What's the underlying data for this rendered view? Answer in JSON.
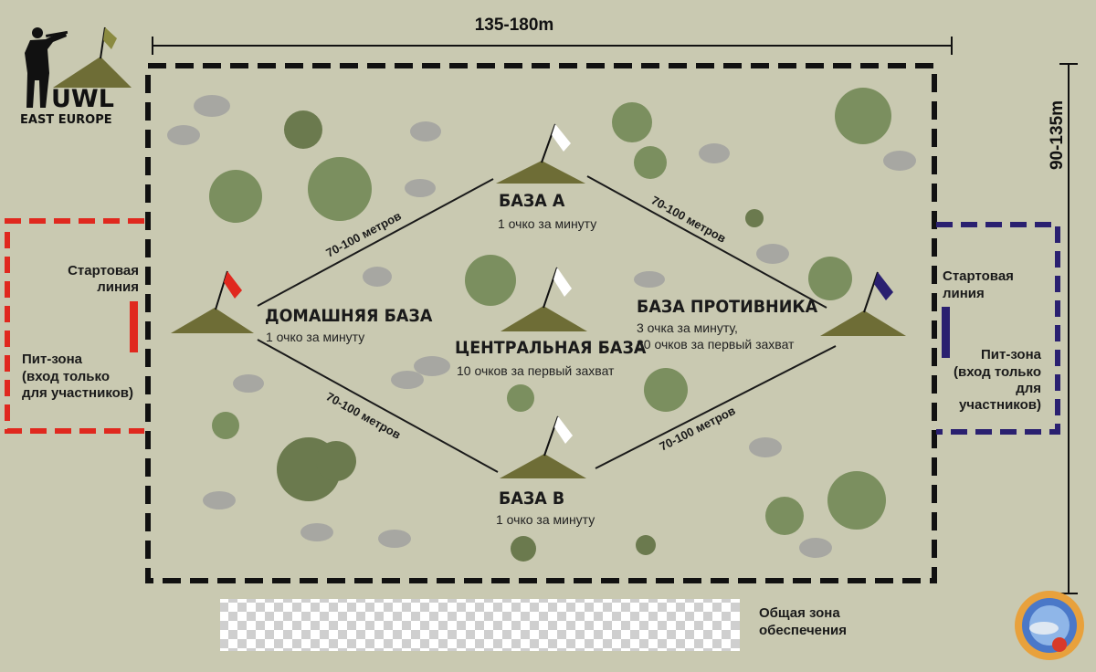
{
  "dimensions": {
    "width": "135-180m",
    "height": "90-135m"
  },
  "logo": {
    "line1": "UWL",
    "line2": "EAST EUROPE"
  },
  "bases": {
    "home": {
      "name": "ДОМАШНЯЯ БАЗА",
      "desc1": "1 очко за минуту",
      "desc2": "",
      "flag_color": "#e0281e"
    },
    "a": {
      "name": "БАЗА А",
      "desc1": "1 очко за минуту",
      "desc2": "",
      "flag_color": "#ffffff"
    },
    "b": {
      "name": "БАЗА В",
      "desc1": "1 очко за минуту",
      "desc2": "",
      "flag_color": "#ffffff"
    },
    "center": {
      "name": "ЦЕНТРАЛЬНАЯ БАЗА",
      "desc1": "10 очков за первый захват",
      "desc2": "",
      "flag_color": "#ffffff"
    },
    "enemy": {
      "name": "БАЗА ПРОТИВНИКА",
      "desc1": "3 очка за минуту,",
      "desc2": "30 очков за первый захват",
      "flag_color": "#2a2070"
    }
  },
  "distance_label": "70-100 метров",
  "left_zone": {
    "start_line_1": "Стартовая",
    "start_line_2": "линия",
    "pit_1": "Пит-зона",
    "pit_2": "(вход только",
    "pit_3": "для участников)",
    "color": "#e0281e"
  },
  "right_zone": {
    "start_line_1": "Стартовая",
    "start_line_2": "линия",
    "pit_1": "Пит-зона",
    "pit_2": "(вход только",
    "pit_3": "для",
    "pit_4": "участников)",
    "color": "#2a2070"
  },
  "support_zone": {
    "line1": "Общая зона",
    "line2": "обеспечения"
  },
  "colors": {
    "background": "#c9c9b1",
    "hill": "#6e6d36",
    "tree": "#7b8f5f",
    "tree_dark": "#6b7a4e",
    "rock": "#a7a7a2",
    "border": "#111111"
  }
}
